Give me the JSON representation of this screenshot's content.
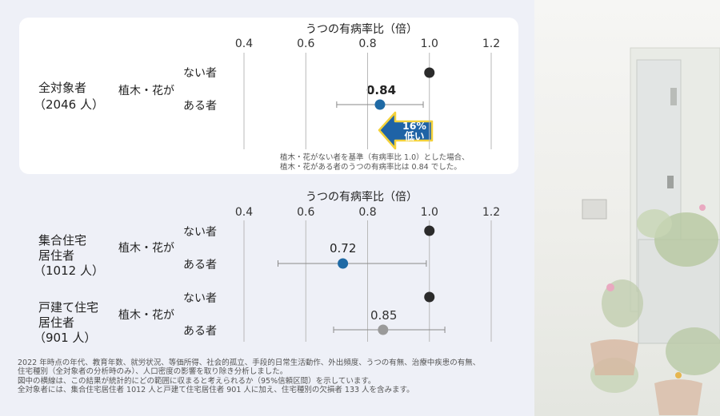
{
  "chart_data": [
    {
      "type": "scatter",
      "title": "うつの有病率比（倍）",
      "ticks": [
        0.4,
        0.6,
        0.8,
        1.0,
        1.2
      ],
      "tick_labels": [
        "0.4",
        "0.6",
        "0.8",
        "1.0",
        "1.2"
      ],
      "xlim": [
        0.4,
        1.2
      ],
      "group_label": "全対象者",
      "group_n": "（2046 人）",
      "factor": "植木・花が",
      "rows": [
        {
          "label": "ない者",
          "value": 1.0,
          "color": "#2b2b2b"
        },
        {
          "label": "ある者",
          "value": 0.84,
          "ci": [
            0.7,
            0.98
          ],
          "color": "#1f6aa5",
          "value_label": "0.84"
        }
      ],
      "callout": {
        "line1": "16%",
        "line2": "低い"
      },
      "note": [
        "植木・花がない者を基準（有病率比 1.0）とした場合、",
        "植木・花がある者のうつの有病率比は 0.84 でした。"
      ]
    },
    {
      "type": "scatter",
      "title": "うつの有病率比（倍）",
      "ticks": [
        0.4,
        0.6,
        0.8,
        1.0,
        1.2
      ],
      "tick_labels": [
        "0.4",
        "0.6",
        "0.8",
        "1.0",
        "1.2"
      ],
      "xlim": [
        0.4,
        1.2
      ],
      "groups": [
        {
          "label": [
            "集合住宅",
            "居住者"
          ],
          "n": "（1012 人）",
          "factor": "植木・花が",
          "rows": [
            {
              "label": "ない者",
              "value": 1.0,
              "color": "#2b2b2b"
            },
            {
              "label": "ある者",
              "value": 0.72,
              "ci": [
                0.51,
                0.99
              ],
              "color": "#1f6aa5",
              "value_label": "0.72"
            }
          ]
        },
        {
          "label": [
            "戸建て住宅",
            "居住者"
          ],
          "n": "（901 人）",
          "factor": "植木・花が",
          "rows": [
            {
              "label": "ない者",
              "value": 1.0,
              "color": "#2b2b2b"
            },
            {
              "label": "ある者",
              "value": 0.85,
              "ci": [
                0.69,
                1.05
              ],
              "color": "#9a9a9a",
              "value_label": "0.85"
            }
          ]
        }
      ]
    }
  ],
  "footnotes": [
    "2022 年時点の年代、教育年数、就労状況、等価所得、社会的孤立、手段的日常生活動作、外出頻度、うつの有無、治療中疾患の有無、",
    "住宅種別（全対象者の分析時のみ）、人口密度の影響を取り除き分析しました。",
    "図中の横線は、この結果が統計的にどの範囲に収まると考えられるか（95%信頼区間）を示しています。",
    "全対象者には、集合住宅居住者 1012 人と戸建て住宅居住者 901 人に加え、住宅種別の欠損者 133 人を含みます。"
  ]
}
